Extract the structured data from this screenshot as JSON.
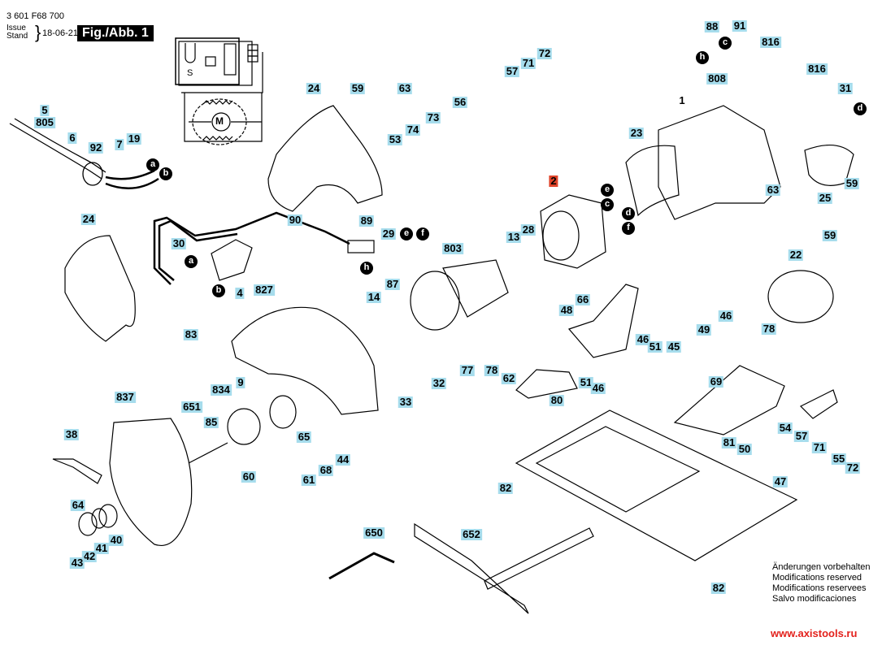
{
  "header": {
    "part_number": "3 601 F68 700",
    "issue_label_top": "Issue",
    "issue_label_bottom": "Stand",
    "issue_date": "18-06-21",
    "figure_label": "Fig./Abb. 1"
  },
  "colors": {
    "callout_fill": "#a6dcec",
    "highlight_fill": "#e0442a",
    "site_text": "#e3211c"
  },
  "callouts": [
    {
      "id": "5",
      "style": "normal"
    },
    {
      "id": "805",
      "style": "normal"
    },
    {
      "id": "6",
      "style": "normal"
    },
    {
      "id": "92",
      "style": "normal"
    },
    {
      "id": "7",
      "style": "normal"
    },
    {
      "id": "19",
      "style": "normal"
    },
    {
      "id": "24",
      "style": "normal"
    },
    {
      "id": "59",
      "style": "normal"
    },
    {
      "id": "63",
      "style": "normal"
    },
    {
      "id": "53",
      "style": "normal"
    },
    {
      "id": "74",
      "style": "normal"
    },
    {
      "id": "73",
      "style": "normal"
    },
    {
      "id": "56",
      "style": "normal"
    },
    {
      "id": "57",
      "style": "normal"
    },
    {
      "id": "71",
      "style": "normal"
    },
    {
      "id": "72",
      "style": "normal"
    },
    {
      "id": "88",
      "style": "normal"
    },
    {
      "id": "91",
      "style": "normal"
    },
    {
      "id": "816",
      "style": "normal"
    },
    {
      "id": "816",
      "style": "normal"
    },
    {
      "id": "808",
      "style": "normal"
    },
    {
      "id": "1",
      "style": "plain"
    },
    {
      "id": "23",
      "style": "normal"
    },
    {
      "id": "31",
      "style": "normal"
    },
    {
      "id": "59",
      "style": "normal"
    },
    {
      "id": "25",
      "style": "normal"
    },
    {
      "id": "63",
      "style": "normal"
    },
    {
      "id": "2",
      "style": "highlight"
    },
    {
      "id": "24",
      "style": "normal"
    },
    {
      "id": "30",
      "style": "normal"
    },
    {
      "id": "90",
      "style": "normal"
    },
    {
      "id": "89",
      "style": "normal"
    },
    {
      "id": "29",
      "style": "normal"
    },
    {
      "id": "87",
      "style": "normal"
    },
    {
      "id": "4",
      "style": "normal"
    },
    {
      "id": "83",
      "style": "normal"
    },
    {
      "id": "827",
      "style": "normal"
    },
    {
      "id": "803",
      "style": "normal"
    },
    {
      "id": "13",
      "style": "normal"
    },
    {
      "id": "28",
      "style": "normal"
    },
    {
      "id": "66",
      "style": "normal"
    },
    {
      "id": "14",
      "style": "normal"
    },
    {
      "id": "32",
      "style": "normal"
    },
    {
      "id": "33",
      "style": "normal"
    },
    {
      "id": "77",
      "style": "normal"
    },
    {
      "id": "78",
      "style": "normal"
    },
    {
      "id": "62",
      "style": "normal"
    },
    {
      "id": "48",
      "style": "normal"
    },
    {
      "id": "80",
      "style": "normal"
    },
    {
      "id": "51",
      "style": "normal"
    },
    {
      "id": "46",
      "style": "normal"
    },
    {
      "id": "22",
      "style": "normal"
    },
    {
      "id": "59",
      "style": "normal"
    },
    {
      "id": "46",
      "style": "normal"
    },
    {
      "id": "49",
      "style": "normal"
    },
    {
      "id": "46",
      "style": "normal"
    },
    {
      "id": "51",
      "style": "normal"
    },
    {
      "id": "45",
      "style": "normal"
    },
    {
      "id": "78",
      "style": "normal"
    },
    {
      "id": "69",
      "style": "normal"
    },
    {
      "id": "54",
      "style": "normal"
    },
    {
      "id": "57",
      "style": "normal"
    },
    {
      "id": "71",
      "style": "normal"
    },
    {
      "id": "55",
      "style": "normal"
    },
    {
      "id": "72",
      "style": "normal"
    },
    {
      "id": "81",
      "style": "normal"
    },
    {
      "id": "50",
      "style": "normal"
    },
    {
      "id": "47",
      "style": "normal"
    },
    {
      "id": "82",
      "style": "normal"
    },
    {
      "id": "82",
      "style": "normal"
    },
    {
      "id": "9",
      "style": "normal"
    },
    {
      "id": "651",
      "style": "normal"
    },
    {
      "id": "837",
      "style": "normal"
    },
    {
      "id": "834",
      "style": "normal"
    },
    {
      "id": "85",
      "style": "normal"
    },
    {
      "id": "65",
      "style": "normal"
    },
    {
      "id": "60",
      "style": "normal"
    },
    {
      "id": "44",
      "style": "normal"
    },
    {
      "id": "68",
      "style": "normal"
    },
    {
      "id": "61",
      "style": "normal"
    },
    {
      "id": "38",
      "style": "normal"
    },
    {
      "id": "64",
      "style": "normal"
    },
    {
      "id": "40",
      "style": "normal"
    },
    {
      "id": "41",
      "style": "normal"
    },
    {
      "id": "42",
      "style": "normal"
    },
    {
      "id": "43",
      "style": "normal"
    },
    {
      "id": "650",
      "style": "normal"
    },
    {
      "id": "652",
      "style": "normal"
    }
  ],
  "connectors": [
    "a",
    "b",
    "a",
    "b",
    "e",
    "c",
    "d",
    "f",
    "e",
    "f",
    "h",
    "c",
    "h",
    "d"
  ],
  "schematic": {
    "motor_label": "M",
    "switch_symbol": "S"
  },
  "notes": [
    "Änderungen vorbehalten",
    "Modifications reserved",
    "Modifications reservees",
    "Salvo modificaciones"
  ],
  "website": "www.axistools.ru"
}
